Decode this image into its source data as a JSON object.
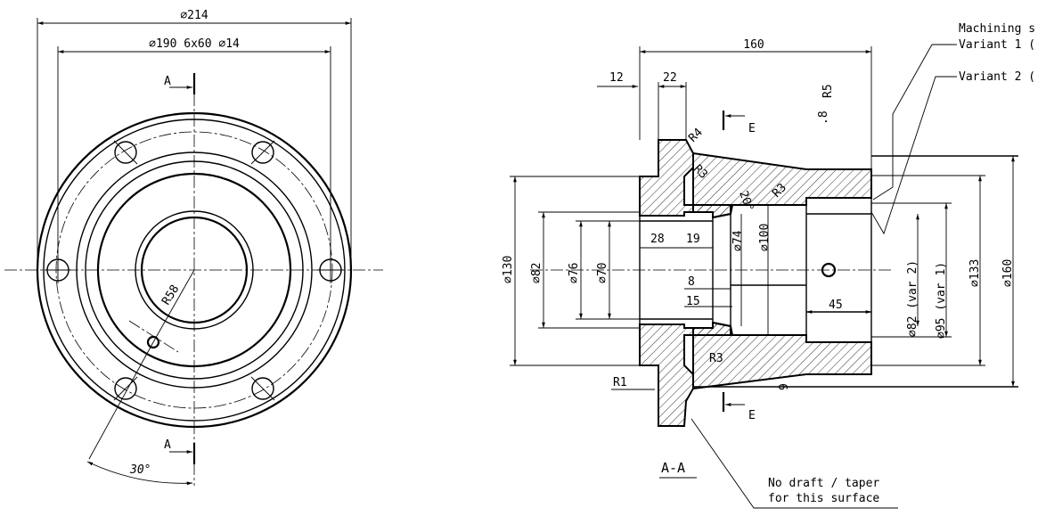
{
  "front_view": {
    "dim_outer": "⌀214",
    "dim_bolt": "⌀190 6x60 ⌀14",
    "section_mark": "A",
    "radius_label": "R58",
    "angle_label": "30°"
  },
  "section_view": {
    "dim_length": "160",
    "dim_12": "12",
    "dim_22": "22",
    "dim_r4": "R4",
    "dim_r3_a": "R3",
    "dim_r3_b": "R3",
    "dim_r3_c": "R3",
    "dim_r5": "R5",
    "dim_08": ".8",
    "dim_20deg": "20°",
    "dim_28": "28",
    "dim_19": "19",
    "dim_8": "8",
    "dim_15": "15",
    "dim_45": "45",
    "dim_9": "9",
    "dim_r1": "R1",
    "dim_d130": "⌀130",
    "dim_d82_left": "⌀82",
    "dim_d76": "⌀76",
    "dim_d70": "⌀70",
    "dim_d74": "⌀74",
    "dim_d100": "⌀100",
    "dim_d82_var2": "⌀82 (var 2)",
    "dim_d95_var1": "⌀95 (var 1)",
    "dim_d133": "⌀133",
    "dim_d160": "⌀160",
    "section_e": "E",
    "section_label": "A-A"
  },
  "notes": {
    "machining": "Machining s",
    "variant1": "Variant 1 (",
    "variant2": "Variant 2 (",
    "no_draft_line1": "No draft / taper",
    "no_draft_line2": "for this surface"
  }
}
